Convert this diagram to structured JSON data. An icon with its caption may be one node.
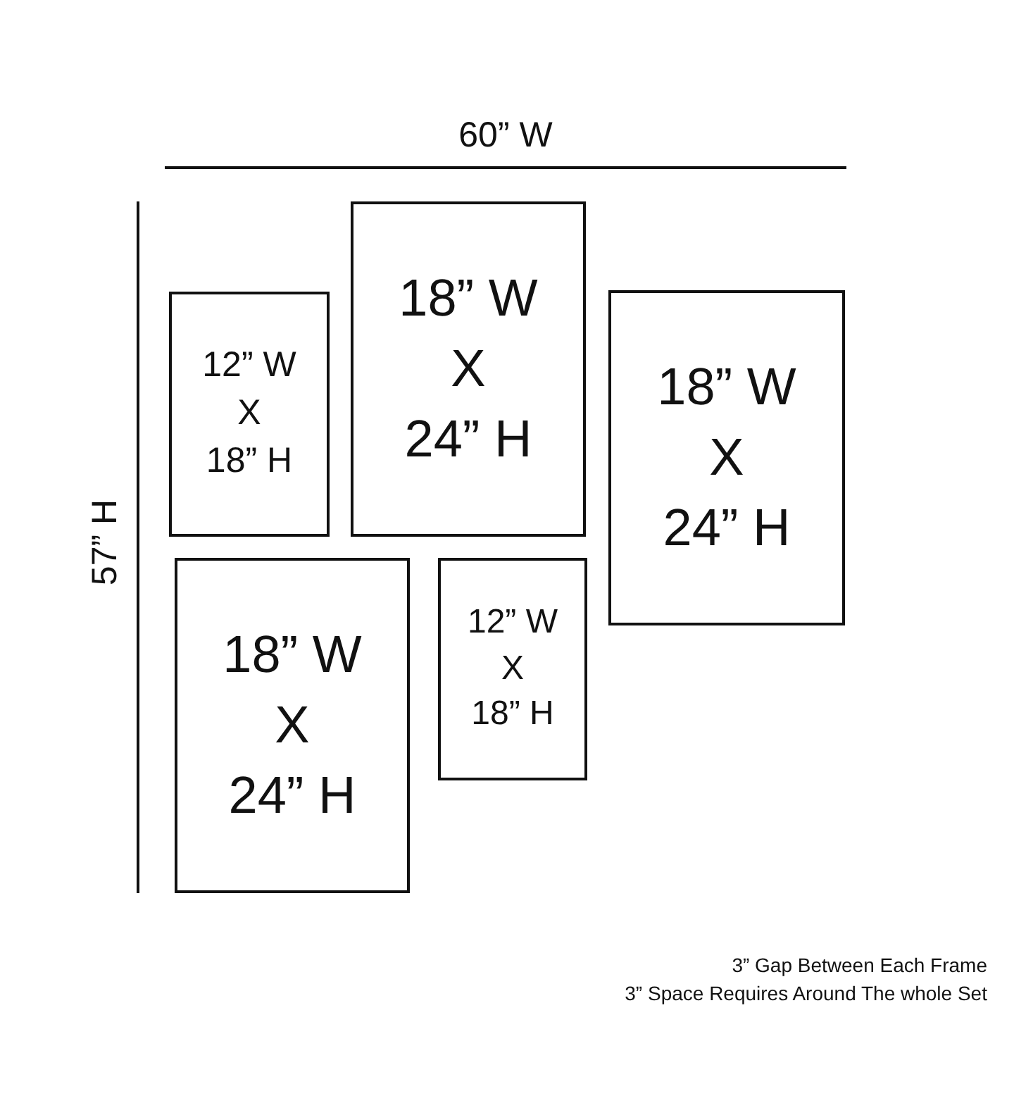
{
  "diagram": {
    "nodes": [
      {
        "text": [
          "12” W",
          "X",
          "18” H"
        ]
      },
      {
        "text": [
          "18” W",
          "X",
          "24” H"
        ]
      },
      {
        "text": [
          "18” W",
          "X",
          "24” H"
        ]
      },
      {
        "text": [
          "18” W",
          "X",
          "24” H"
        ]
      },
      {
        "text": [
          "12” W",
          "X",
          "18” H"
        ]
      }
    ],
    "edges": [],
    "labels": [
      "60” W",
      "57” H",
      "3” Gap Between Each Frame",
      "3” Space Requires Around The whole Set"
    ]
  }
}
